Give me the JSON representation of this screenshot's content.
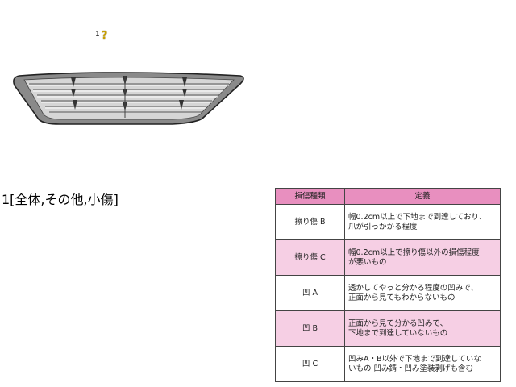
{
  "marker": {
    "number": "1",
    "icon": "question-mark-icon"
  },
  "damage_label": "1[全体,その他,小傷]",
  "legend": {
    "headers": [
      "損傷種類",
      "定義"
    ],
    "rows": [
      {
        "type": "擦り傷 B",
        "definition": [
          "幅0.2cm以上で下地まで到達しており、",
          "爪が引っかかる程度"
        ]
      },
      {
        "type": "擦り傷 C",
        "definition": [
          "幅0.2cm以上で擦り傷以外の損傷程度",
          "が悪いもの"
        ]
      },
      {
        "type": "凹 A",
        "definition": [
          "透かしてやっと分かる程度の凹みで、",
          "正面から見てもわからないもの"
        ]
      },
      {
        "type": "凹 B",
        "definition": [
          "正面から見て分かる凹みで、",
          "下地まで到達していないもの"
        ]
      },
      {
        "type": "凹 C",
        "definition": [
          "凹みA・B以外で下地まで到達していな",
          "いもの 凹み錆・凹み塗装剥げも含む"
        ]
      }
    ]
  },
  "colors": {
    "header_bg": "#e88fbf",
    "row_pink": "#f6cfe4",
    "marker_yellow": "#c9a000"
  }
}
